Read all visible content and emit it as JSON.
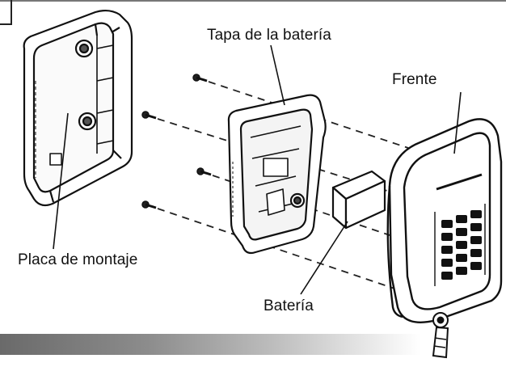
{
  "labels": {
    "battery_cover": "Tapa de la batería",
    "front": "Frente",
    "mounting_plate": "Placa de montaje",
    "battery": "Batería"
  }
}
